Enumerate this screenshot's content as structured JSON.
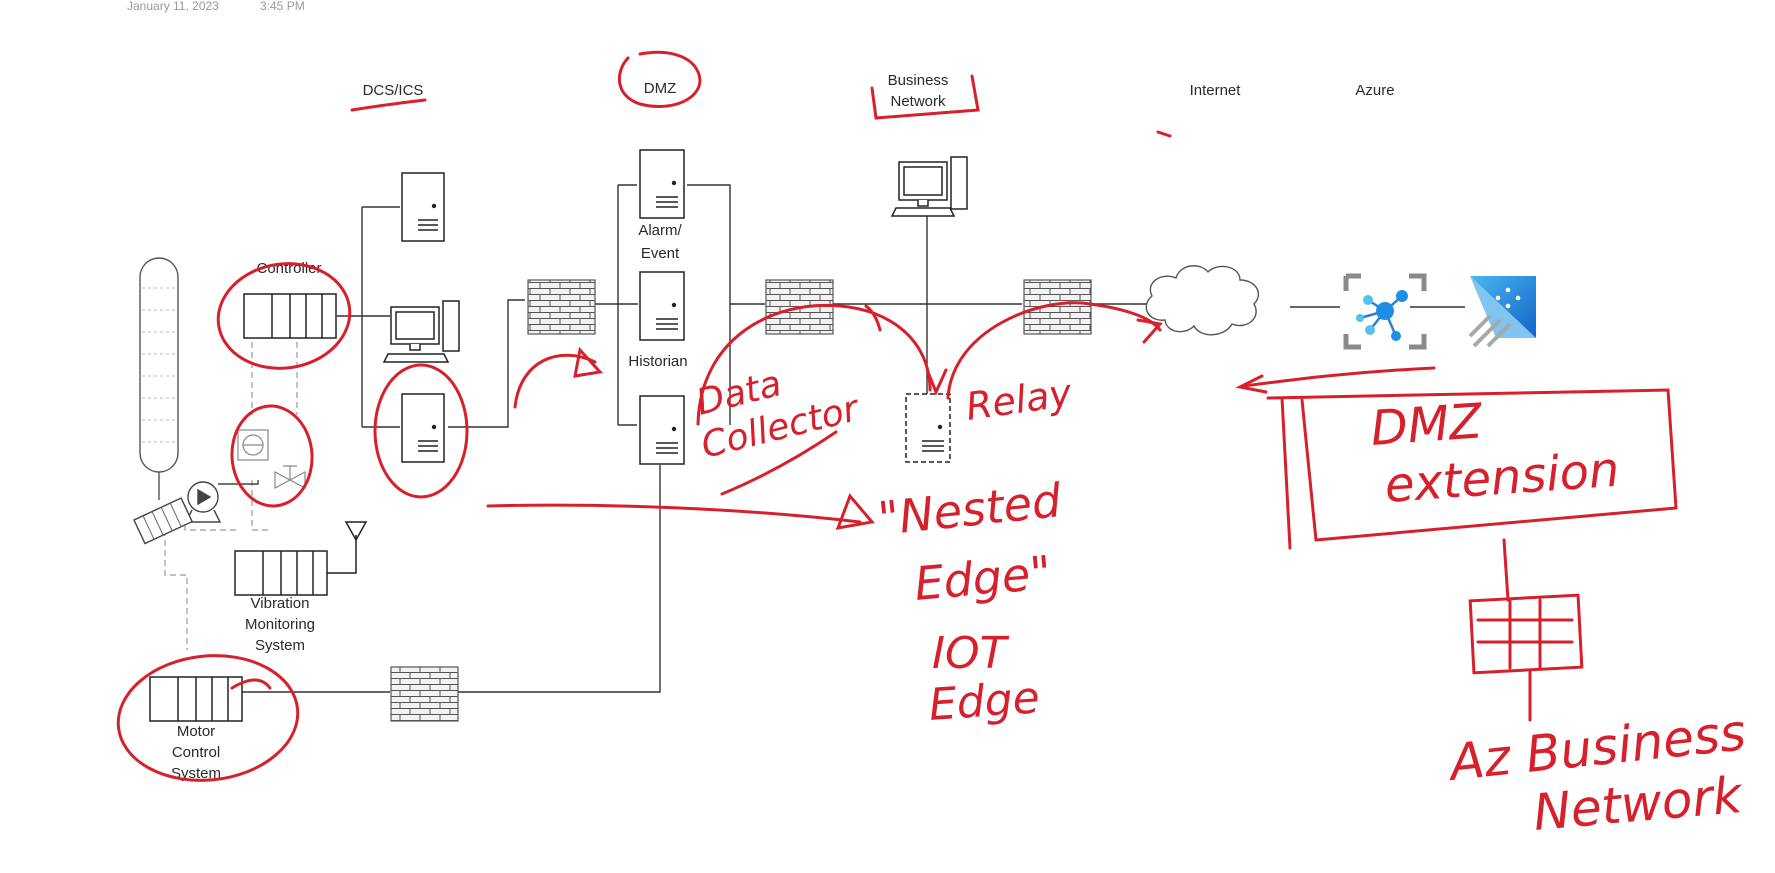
{
  "header": {
    "date": "January 11, 2023",
    "time": "3:45 PM"
  },
  "zones": {
    "dcs": "DCS/ICS",
    "dmz": "DMZ",
    "business": [
      "Business",
      "Network"
    ],
    "internet": "Internet",
    "azure": "Azure"
  },
  "devices": {
    "controller": "Controller",
    "alarm": [
      "Alarm/",
      "Event"
    ],
    "historian": "Historian",
    "vibration": [
      "Vibration",
      "Monitoring",
      "System"
    ],
    "motor": [
      "Motor",
      "Control",
      "System"
    ]
  },
  "annotations": {
    "data_collector": [
      "Data",
      "Collector"
    ],
    "relay": "Relay",
    "nested_edge": [
      "\"Nested",
      "Edge\""
    ],
    "iot_edge": [
      "IOT",
      "Edge"
    ],
    "dmz_extension": [
      "DMZ",
      "extension"
    ],
    "az_business_network": [
      "Az Business",
      "Network"
    ]
  },
  "colors": {
    "ink": "#d6202b",
    "azure_blue": "#1e90e0",
    "line": "#333333"
  }
}
